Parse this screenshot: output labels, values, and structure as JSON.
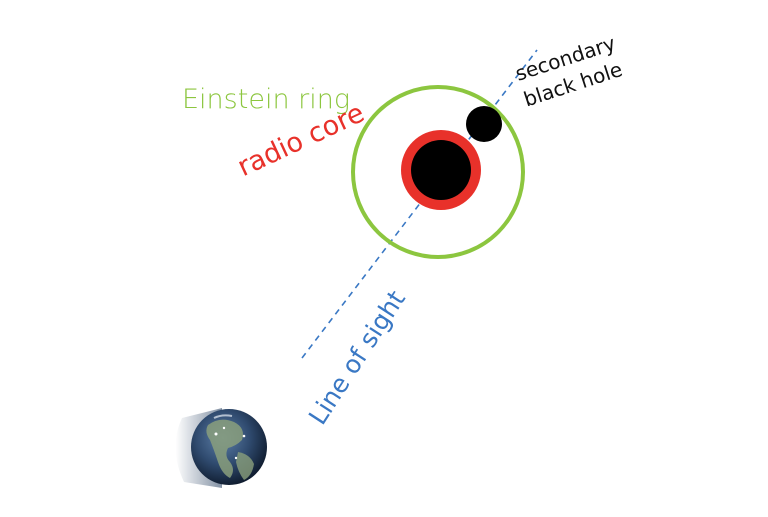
{
  "labels": {
    "einstein_ring": "Einstein ring",
    "radio_core": "radio core",
    "secondary_line1": "secondary",
    "secondary_line2": "black hole",
    "line_of_sight": "Line of sight"
  },
  "icons": {
    "earth": "earth-globe-icon"
  },
  "colors": {
    "einstein_ring": "#8cc63f",
    "radio_core": "#e8312a",
    "black_hole": "#000000",
    "line_of_sight": "#3a78c4",
    "secondary_text": "#111111"
  }
}
